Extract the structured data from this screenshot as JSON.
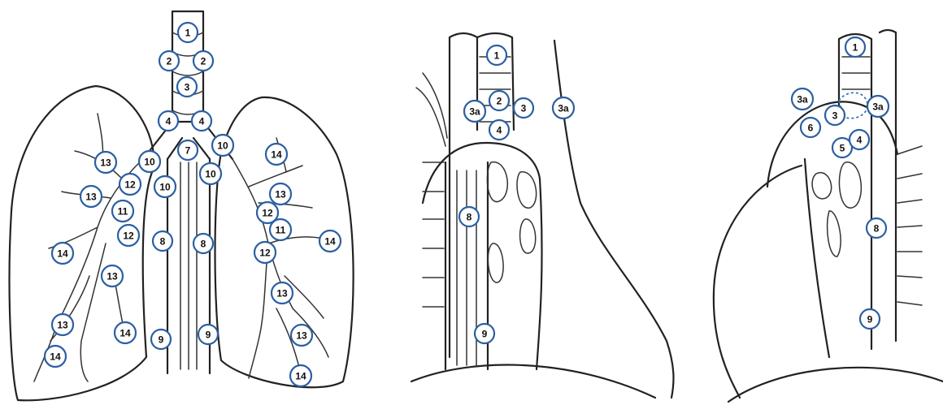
{
  "panels": [
    {
      "id": "anterior",
      "stations": [
        {
          "label": "1"
        },
        {
          "label": "2"
        },
        {
          "label": "2"
        },
        {
          "label": "3"
        },
        {
          "label": "4"
        },
        {
          "label": "4"
        },
        {
          "label": "7"
        },
        {
          "label": "10"
        },
        {
          "label": "10"
        },
        {
          "label": "10"
        },
        {
          "label": "10"
        },
        {
          "label": "13"
        },
        {
          "label": "12"
        },
        {
          "label": "13"
        },
        {
          "label": "11"
        },
        {
          "label": "12"
        },
        {
          "label": "14"
        },
        {
          "label": "13"
        },
        {
          "label": "13"
        },
        {
          "label": "14"
        },
        {
          "label": "14"
        },
        {
          "label": "8"
        },
        {
          "label": "8"
        },
        {
          "label": "9"
        },
        {
          "label": "9"
        },
        {
          "label": "14"
        },
        {
          "label": "13"
        },
        {
          "label": "12"
        },
        {
          "label": "11"
        },
        {
          "label": "14"
        },
        {
          "label": "12"
        },
        {
          "label": "13"
        },
        {
          "label": "13"
        },
        {
          "label": "14"
        }
      ]
    },
    {
      "id": "right-lateral",
      "stations": [
        {
          "label": "1"
        },
        {
          "label": "3a"
        },
        {
          "label": "2"
        },
        {
          "label": "3"
        },
        {
          "label": "3a"
        },
        {
          "label": "4"
        },
        {
          "label": "8"
        },
        {
          "label": "9"
        }
      ]
    },
    {
      "id": "left-lateral",
      "stations": [
        {
          "label": "1"
        },
        {
          "label": "3a"
        },
        {
          "label": "3"
        },
        {
          "label": "3a"
        },
        {
          "label": "6"
        },
        {
          "label": "5"
        },
        {
          "label": "4"
        },
        {
          "label": "8"
        },
        {
          "label": "9"
        }
      ]
    }
  ],
  "colors": {
    "line": "#222222",
    "node_ring": "#2c5fa3",
    "node_text": "#111111"
  }
}
